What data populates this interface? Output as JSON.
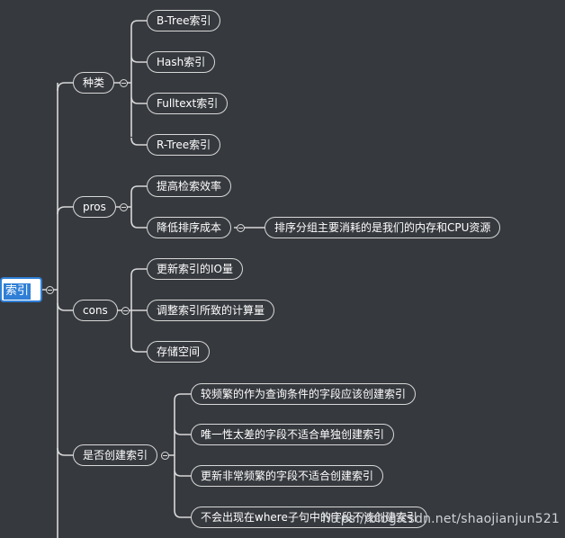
{
  "mindmap": {
    "root": "索引",
    "categories": [
      {
        "label": "种类",
        "children": [
          "B-Tree索引",
          "Hash索引",
          "Fulltext索引",
          "R-Tree索引"
        ]
      },
      {
        "label": "pros",
        "children": [
          "提高检索效率",
          "降低排序成本"
        ],
        "sub": "排序分组主要消耗的是我们的内存和CPU资源"
      },
      {
        "label": "cons",
        "children": [
          "更新索引的IO量",
          "调整索引所致的计算量",
          "存储空间"
        ]
      },
      {
        "label": "是否创建索引",
        "children": [
          "较频繁的作为查询条件的字段应该创建索引",
          "唯一性太差的字段不适合单独创建索引",
          "更新非常频繁的字段不适合创建索引",
          "不会出现在where子句中的字段不该创建索引"
        ]
      }
    ]
  },
  "watermark": "https://blog.csdn.net/shaojianjun521"
}
